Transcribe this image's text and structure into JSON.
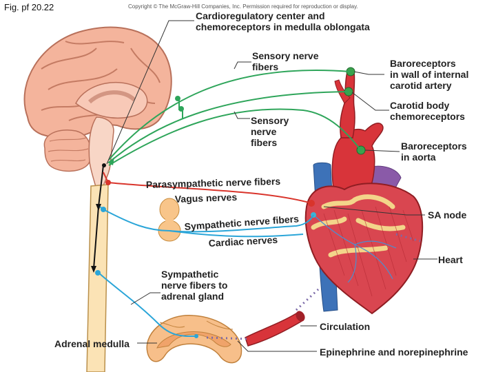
{
  "figure_label": "Fig. pf 20.22",
  "copyright": "Copyright © The McGraw-Hill Companies, Inc. Permission required for reproduction or display.",
  "labels": {
    "cardioregulatory": "Cardioregulatory center and\nchemoreceptors in medulla oblongata",
    "sensory_top": "Sensory nerve\nfibers",
    "sensory_mid": "Sensory\nnerve\nfibers",
    "baroreceptors_carotid": "Baroreceptors\nin wall of internal\ncarotid artery",
    "carotid_body": "Carotid body\nchemoreceptors",
    "baroreceptors_aorta": "Baroreceptors\nin aorta",
    "parasympathetic": "Parasympathetic nerve fibers",
    "vagus": "Vagus nerves",
    "sympathetic": "Sympathetic nerve fibers",
    "cardiac": "Cardiac nerves",
    "sa_node": "SA node",
    "heart": "Heart",
    "sympathetic_adrenal": "Sympathetic\nnerve fibers to\nadrenal gland",
    "adrenal_medulla": "Adrenal medulla",
    "circulation": "Circulation",
    "epinephrine": "Epinephrine and norepinephrine"
  },
  "colors": {
    "sensory": "#2ea55a",
    "parasympathetic": "#d9342b",
    "sympathetic": "#2aa5d8",
    "brain": "#f2b29a",
    "artery": "#d8343a",
    "vein": "#3d72b8"
  }
}
